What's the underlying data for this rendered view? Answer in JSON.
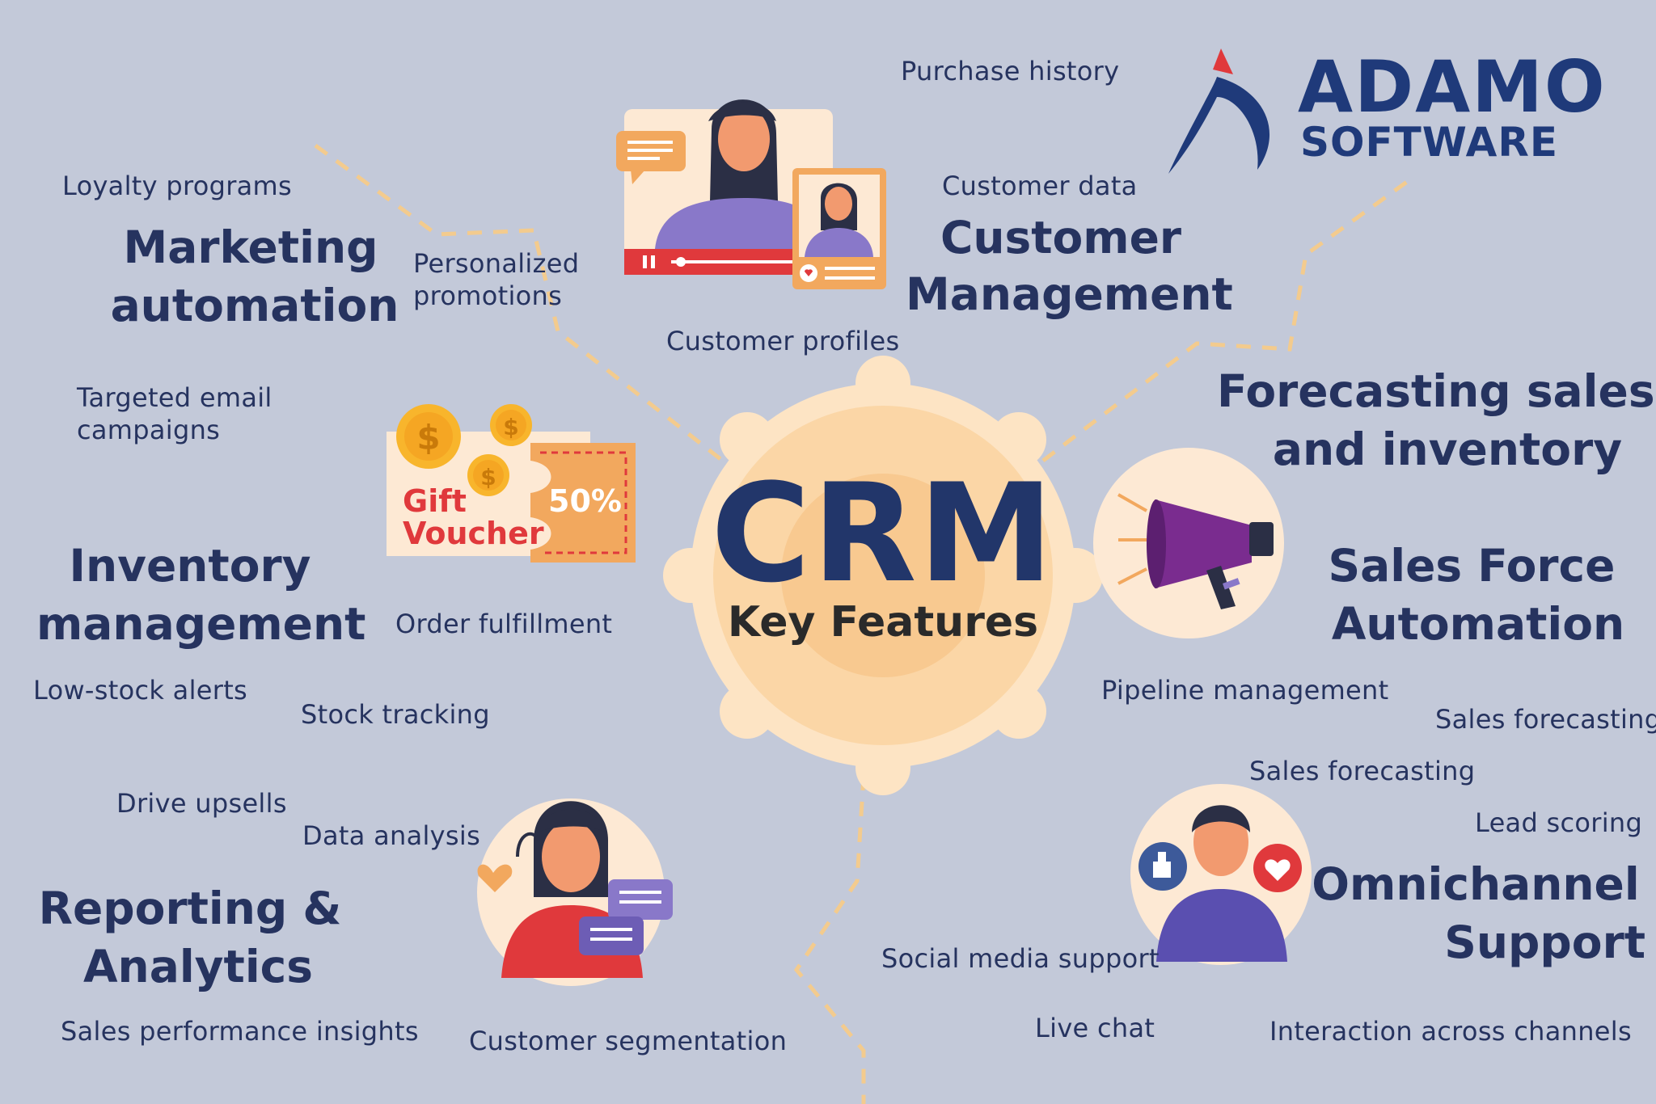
{
  "logo": {
    "line1": "ADAMO",
    "line2": "SOFTWARE"
  },
  "center": {
    "title": "CRM",
    "subtitle": "Key Features"
  },
  "features": {
    "marketing": {
      "line1": "Marketing",
      "line2": "automation"
    },
    "customer": {
      "line1": "Customer",
      "line2": "Management"
    },
    "forecasting": {
      "line1": "Forecasting sales",
      "line2": "and inventory"
    },
    "inventory": {
      "line1": "Inventory",
      "line2": "management"
    },
    "sfa": {
      "line1": "Sales Force",
      "line2": "Automation"
    },
    "reporting": {
      "line1": "Reporting &",
      "line2": "Analytics"
    },
    "omnichannel": {
      "line1": "Omnichannel",
      "line2": "Support"
    }
  },
  "labels": {
    "purchase_history": "Purchase history",
    "loyalty_programs": "Loyalty programs",
    "customer_data": "Customer data",
    "personalized_promotions": "Personalized promotions",
    "customer_profiles": "Customer profiles",
    "targeted_email": "Targeted email campaigns",
    "order_fulfillment": "Order fulfillment",
    "low_stock": "Low-stock alerts",
    "stock_tracking": "Stock tracking",
    "pipeline": "Pipeline management",
    "sales_forecasting_1": "Sales forecasting",
    "sales_forecasting_2": "Sales forecasting",
    "lead_scoring": "Lead scoring",
    "drive_upsells": "Drive upsells",
    "data_analysis": "Data analysis",
    "social_media": "Social media support",
    "live_chat": "Live chat",
    "interaction": "Interaction across channels",
    "sales_performance": "Sales performance insights",
    "customer_segmentation": "Customer segmentation"
  },
  "voucher": {
    "line1": "Gift",
    "line2": "Voucher",
    "discount": "50%"
  },
  "colors": {
    "background": "#c3c9d9",
    "text": "#26335f",
    "accent_red": "#e0393c",
    "gear": "#fde4c4",
    "dash": "#f2c98a"
  }
}
